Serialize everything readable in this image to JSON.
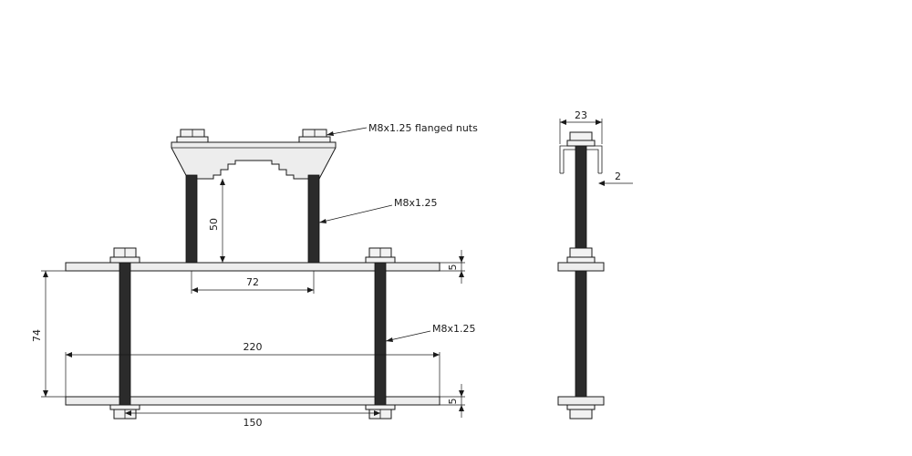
{
  "callouts": {
    "flanged_nuts": "M8x1.25 flanged nuts",
    "upper_studs": "M8x1.25",
    "lower_studs": "M8x1.25"
  },
  "dimensions": {
    "stud_height": "50",
    "stud_spacing_upper": "72",
    "overall_height": "74",
    "plate_width": "220",
    "stud_spacing_lower": "150",
    "plate_thickness_upper": "5",
    "plate_thickness_lower": "5",
    "side_width": "23",
    "side_gap": "2"
  },
  "colors": {
    "line": "#1a1a1a",
    "thread": "#2b2b2b",
    "part_fill": "#ededed"
  }
}
